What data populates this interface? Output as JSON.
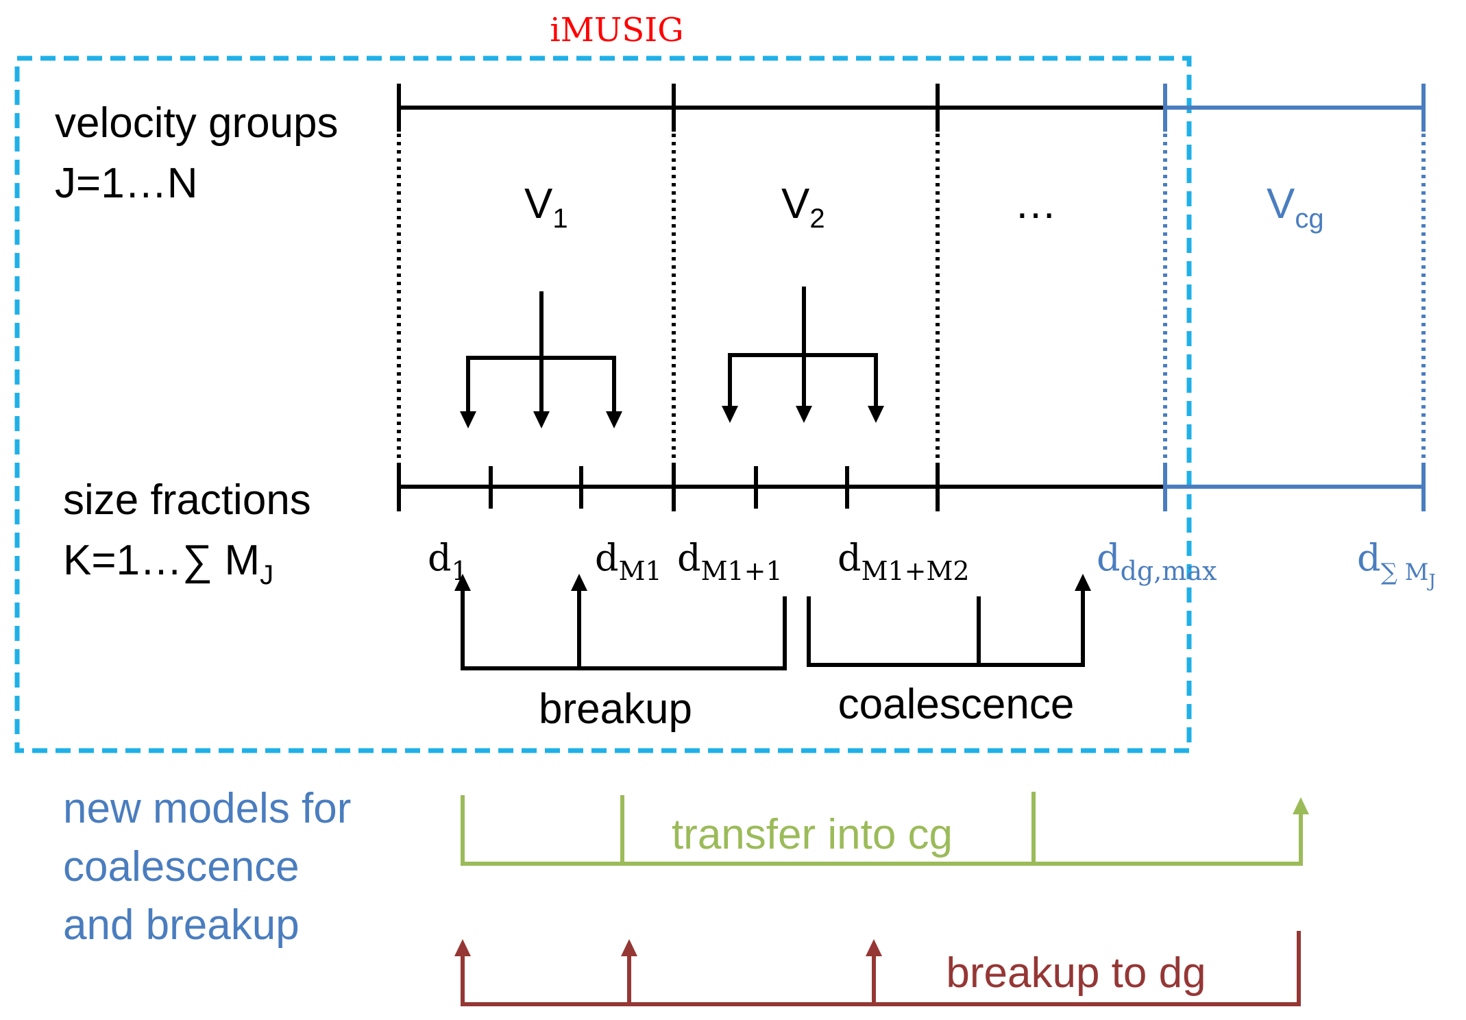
{
  "title": "iMUSIG",
  "left_labels": {
    "velocity_line1": "velocity groups",
    "velocity_line2": "J=1…N",
    "size_line1": "size fractions",
    "size_line2_prefix": "K=1…∑ M",
    "size_line2_sub": "J"
  },
  "groups": [
    {
      "base": "V",
      "sub": "1"
    },
    {
      "base": "V",
      "sub": "2"
    },
    {
      "base": "…",
      "sub": ""
    },
    {
      "base": "V",
      "sub": "cg"
    }
  ],
  "diameters": [
    {
      "base": "d",
      "sub": "1"
    },
    {
      "base": "d",
      "sub": "M1"
    },
    {
      "base": "d",
      "sub": "M1+1"
    },
    {
      "base": "d",
      "sub": "M1+M2"
    },
    {
      "base": "d",
      "sub": "dg,max"
    },
    {
      "base": "d",
      "sub": "∑ M",
      "subsub": "J"
    }
  ],
  "process_labels": {
    "breakup": "breakup",
    "coalescence": "coalescence",
    "transfer": "transfer into cg",
    "breakup_dg": "breakup to dg"
  },
  "new_models": [
    "new models for",
    "coalescence",
    "and breakup"
  ],
  "colors": {
    "black": "#000000",
    "blue": "#4a7dbf",
    "dashed_box": "#1fb0e8",
    "title_red": "#ff0000",
    "green": "#9bbb59",
    "darkred": "#953735"
  }
}
